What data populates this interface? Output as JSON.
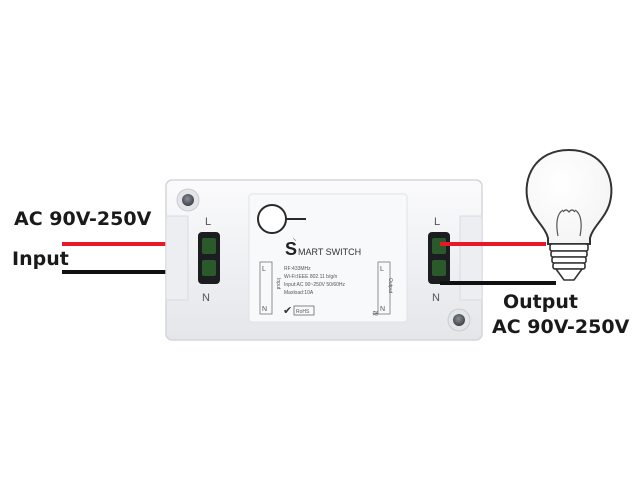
{
  "input": {
    "voltage": "AC 90V-250V",
    "label": "Input"
  },
  "output": {
    "label": "Output",
    "voltage": "AC 90V-250V"
  },
  "device": {
    "brand_s": "S",
    "brand_rest": "MART SWITCH",
    "spec_rf": "RF:433MHz",
    "spec_wifi": "Wi-Fi:IEEE 802.11 b/g/n",
    "spec_input": "Input:AC 90~250V 50/60Hz",
    "spec_max": "Maxload:10A",
    "cert": "RoHS",
    "left_terminal": {
      "top": "L",
      "bottom": "N",
      "side": "Input"
    },
    "right_terminal": {
      "top": "L",
      "bottom": "N",
      "side": "Output"
    },
    "in_l": "L",
    "in_n": "N",
    "out_l": "L",
    "out_n": "N"
  },
  "colors": {
    "live_wire": "#e8182a",
    "neutral_wire": "#111111",
    "housing": "#f2f3f5",
    "screw": "#5c6066"
  }
}
